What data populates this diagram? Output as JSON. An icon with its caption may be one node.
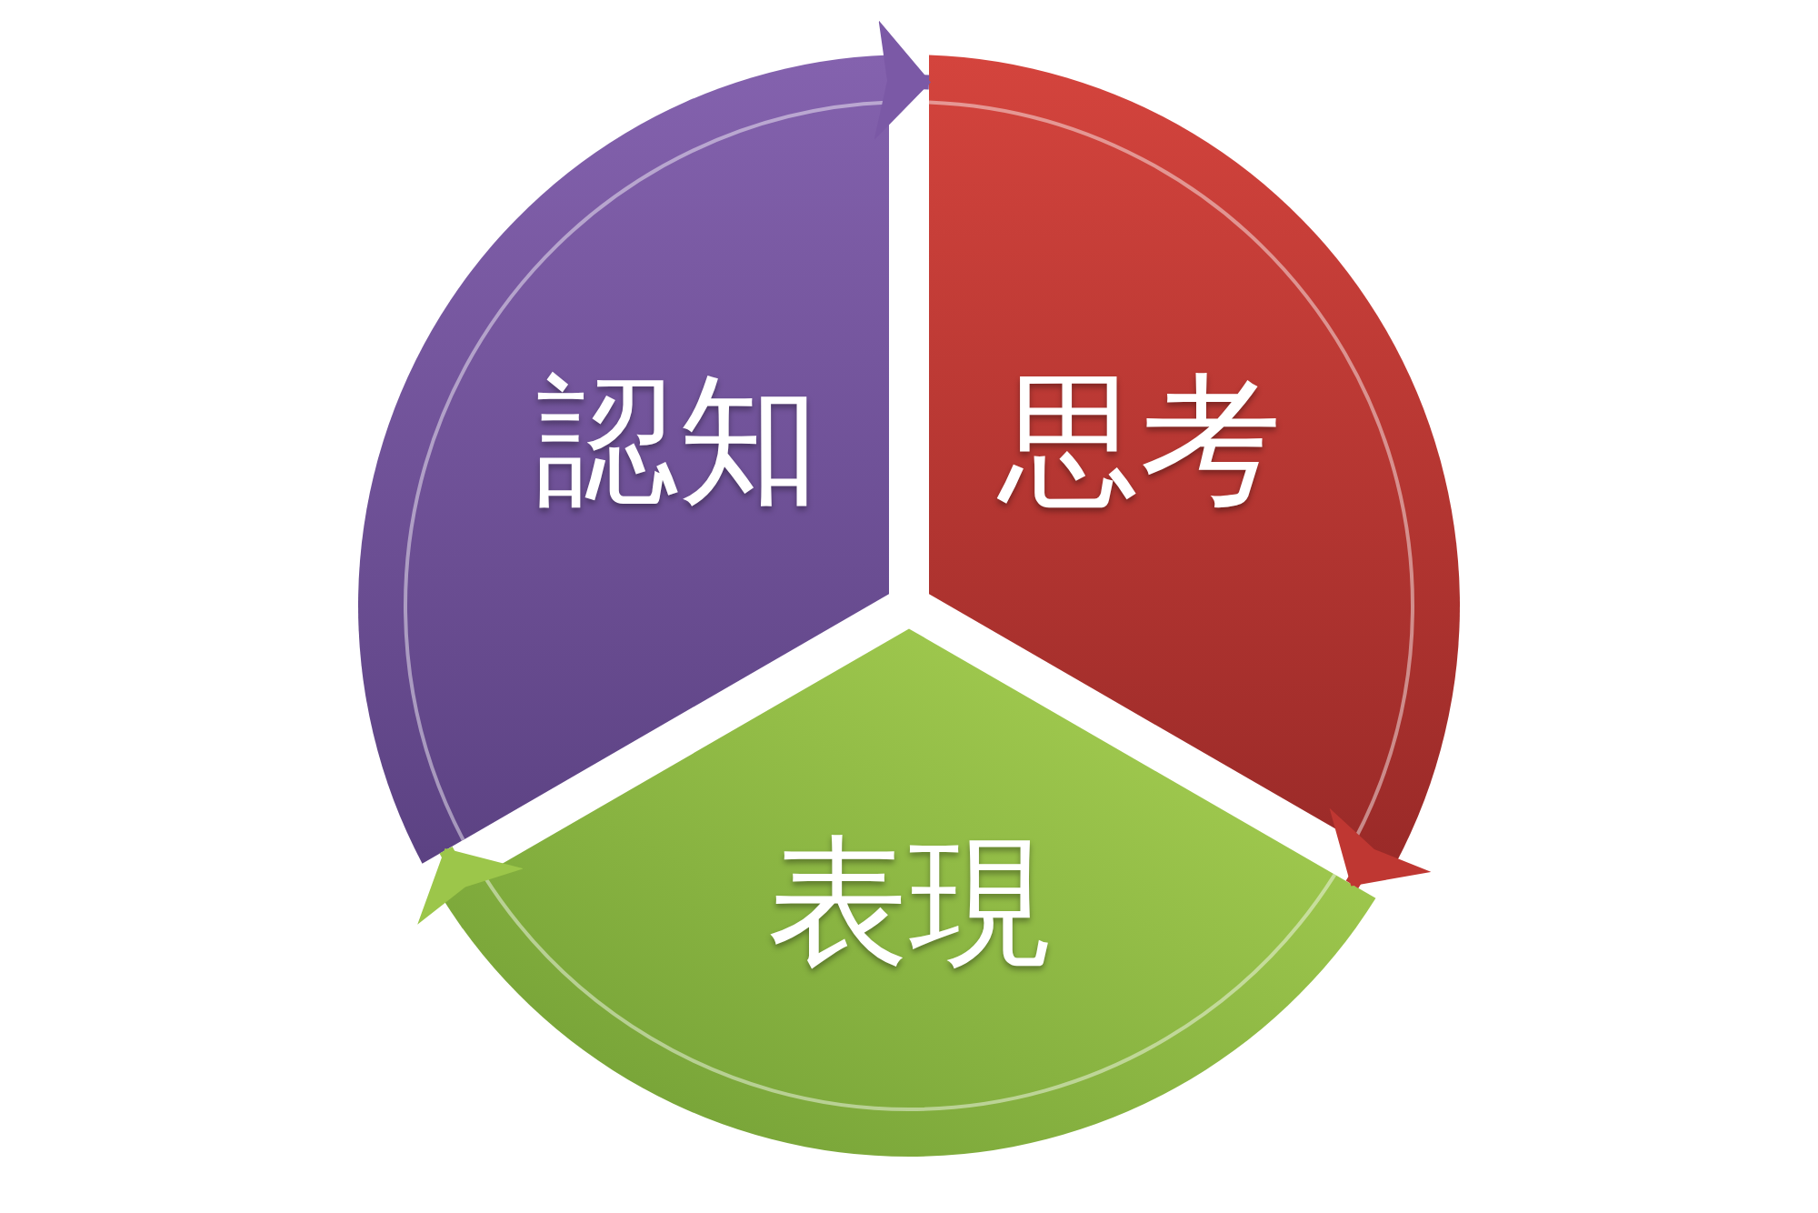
{
  "diagram": {
    "nodes": [
      {
        "text": [
          "認知"
        ]
      },
      {
        "text": [
          "思考"
        ]
      },
      {
        "text": [
          "表現"
        ]
      }
    ],
    "edges": [
      {
        "from": 0,
        "to": 1,
        "arrow": "to",
        "color": "#7b59a6"
      },
      {
        "from": 1,
        "to": 2,
        "arrow": "to",
        "color": "#bf3732"
      },
      {
        "from": 2,
        "to": 0,
        "arrow": "to",
        "color": "#9cc64a"
      }
    ]
  }
}
